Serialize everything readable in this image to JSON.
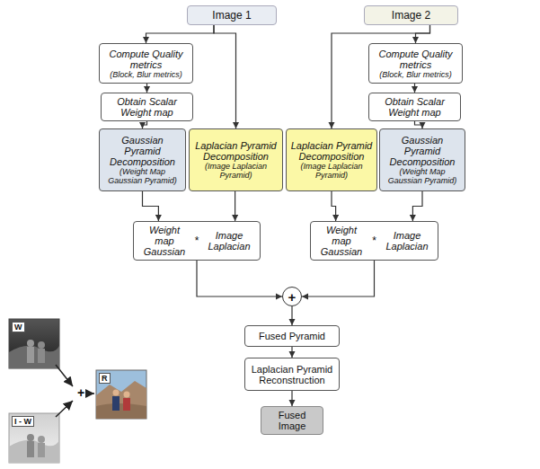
{
  "diagram": {
    "nodes": [
      {
        "text": [
          "Image 1"
        ]
      },
      {
        "text": [
          "Image 2"
        ]
      },
      {
        "text": [
          "Compute Quality metrics",
          "(Block, Blur metrics)"
        ]
      },
      {
        "text": [
          "Compute Quality metrics",
          "(Block, Blur metrics)"
        ]
      },
      {
        "text": [
          "Obtain Scalar Weight map"
        ]
      },
      {
        "text": [
          "Obtain Scalar Weight map"
        ]
      },
      {
        "text": [
          "Gaussian Pyramid Decomposition",
          "(Weight Map Gaussian Pyramid)"
        ]
      },
      {
        "text": [
          "Laplacian Pyramid Decomposition",
          "(Image Laplacian Pyramid)"
        ]
      },
      {
        "text": [
          "Laplacian Pyramid Decomposition",
          "(Image Laplacian Pyramid)"
        ]
      },
      {
        "text": [
          "Gaussian Pyramid Decomposition",
          "(Weight Map Gaussian Pyramid)"
        ]
      },
      {
        "text": [
          "Weight map Gaussian",
          "*",
          "Image Laplacian"
        ]
      },
      {
        "text": [
          "Weight map Gaussian",
          "*",
          "Image Laplacian"
        ]
      },
      {
        "text": [
          "+"
        ]
      },
      {
        "text": [
          "Fused Pyramid"
        ]
      },
      {
        "text": [
          "Laplacian Pyramid Reconstruction"
        ]
      },
      {
        "text": [
          "Fused Image"
        ]
      }
    ],
    "edges": [
      {
        "from": 0,
        "to": 2,
        "arrow": "to"
      },
      {
        "from": 0,
        "to": 7,
        "arrow": "to"
      },
      {
        "from": 1,
        "to": 8,
        "arrow": "to"
      },
      {
        "from": 1,
        "to": 3,
        "arrow": "to"
      },
      {
        "from": 2,
        "to": 4,
        "arrow": "to"
      },
      {
        "from": 3,
        "to": 5,
        "arrow": "to"
      },
      {
        "from": 4,
        "to": 6,
        "arrow": "to"
      },
      {
        "from": 5,
        "to": 9,
        "arrow": "to"
      },
      {
        "from": 6,
        "to": 10,
        "arrow": "to"
      },
      {
        "from": 7,
        "to": 10,
        "arrow": "to"
      },
      {
        "from": 8,
        "to": 11,
        "arrow": "to"
      },
      {
        "from": 9,
        "to": 11,
        "arrow": "to"
      },
      {
        "from": 10,
        "to": 12,
        "arrow": "to"
      },
      {
        "from": 11,
        "to": 12,
        "arrow": "to"
      },
      {
        "from": 12,
        "to": 13,
        "arrow": "to"
      },
      {
        "from": 13,
        "to": 14,
        "arrow": "to"
      },
      {
        "from": 14,
        "to": 15,
        "arrow": "to"
      }
    ],
    "labels": [
      "W",
      "+",
      "R",
      "I - W"
    ]
  }
}
